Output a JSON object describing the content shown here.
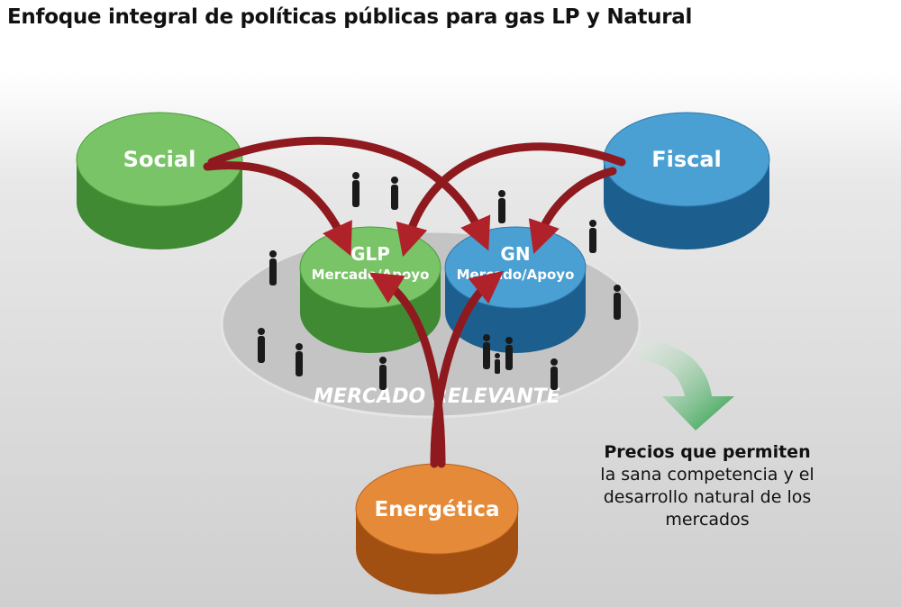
{
  "title": "Enfoque integral de políticas públicas para gas LP y Natural",
  "nodes": {
    "social": "Social",
    "fiscal": "Fiscal",
    "energetica": "Energética",
    "glp": {
      "name": "GLP",
      "sub": "Mercado/Apoyo"
    },
    "gn": {
      "name": "GN",
      "sub": "Mercado/Apoyo"
    }
  },
  "market_label": "MERCADO RELEVANTE",
  "note": {
    "heading": "Precios que permiten",
    "body": "la sana competencia y el desarrollo natural de los mercados"
  },
  "colors": {
    "social": "#6cbf5a",
    "fiscal": "#3f93c9",
    "energetica": "#e07a2a",
    "arrow": "#8e1a1f",
    "result_arrow": "#1f9a3f"
  }
}
